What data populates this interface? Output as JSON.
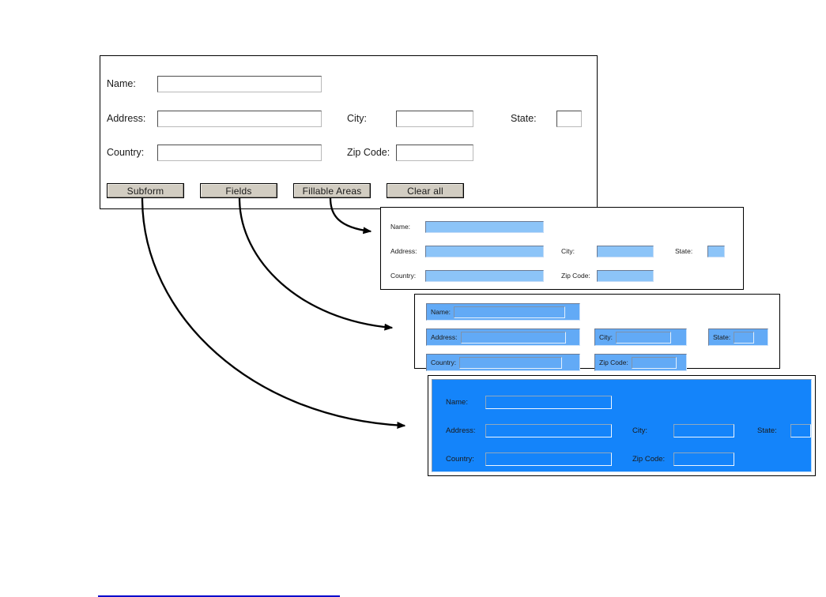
{
  "document": {
    "title": "Interactive form — highlight modes illustration",
    "accent_blue": "#1484fa",
    "light_blue": "#8cc4f8",
    "mid_blue": "#62aaf6",
    "button_face": "#d2cdc2",
    "link_color": "#0000cc"
  },
  "form_labels": {
    "name": "Name:",
    "address": "Address:",
    "city": "City:",
    "state": "State:",
    "country": "Country:",
    "zip": "Zip Code:"
  },
  "form_values": {
    "name": "",
    "address": "",
    "city": "",
    "state": "",
    "country": "",
    "zip": ""
  },
  "buttons": [
    {
      "id": "subform",
      "label": "Subform"
    },
    {
      "id": "fields",
      "label": "Fields"
    },
    {
      "id": "fillable",
      "label": "Fillable Areas"
    },
    {
      "id": "clearall",
      "label": "Clear all"
    }
  ],
  "panels": [
    {
      "id": "main",
      "name": "plain-form",
      "highlight": "none",
      "caption": ""
    },
    {
      "id": "fillable",
      "name": "fillable-areas-highlight",
      "highlight": "fillable-areas",
      "caption": ""
    },
    {
      "id": "fields",
      "name": "fields-highlight",
      "highlight": "fields",
      "caption": ""
    },
    {
      "id": "subform",
      "name": "subform-highlight",
      "highlight": "subform",
      "caption": ""
    }
  ],
  "arrows": [
    {
      "from": "fillable-button",
      "to": "fillable-panel"
    },
    {
      "from": "fields-button",
      "to": "fields-panel"
    },
    {
      "from": "subform-button",
      "to": "subform-panel"
    }
  ],
  "bottom_link": {
    "text": ""
  }
}
